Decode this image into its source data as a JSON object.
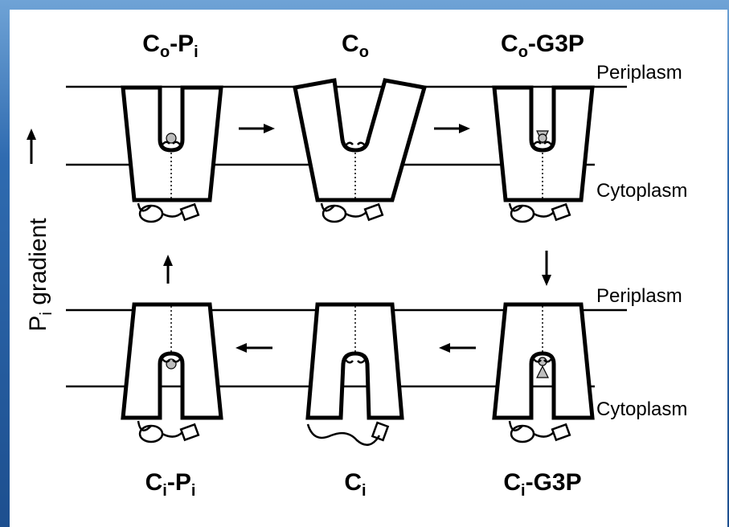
{
  "states": {
    "co_pi": {
      "base": "C",
      "sub1": "o",
      "suffix": "-P",
      "sub2": "i"
    },
    "co": {
      "base": "C",
      "sub1": "o"
    },
    "co_g3p": {
      "base": "C",
      "sub1": "o",
      "suffix": "-G3P"
    },
    "ci_pi": {
      "base": "C",
      "sub1": "i",
      "suffix": "-P",
      "sub2": "i"
    },
    "ci": {
      "base": "C",
      "sub1": "i"
    },
    "ci_g3p": {
      "base": "C",
      "sub1": "i",
      "suffix": "-G3P"
    }
  },
  "compartments": {
    "periplasm_top": "Periplasm",
    "cytoplasm_top": "Cytoplasm",
    "periplasm_bottom": "Periplasm",
    "cytoplasm_bottom": "Cytoplasm"
  },
  "gradient_axis": {
    "base": "P",
    "sub": "i",
    "rest": " gradient"
  },
  "colors": {
    "frame": "#2f6bb0",
    "ligand": "#bdbdbd"
  }
}
